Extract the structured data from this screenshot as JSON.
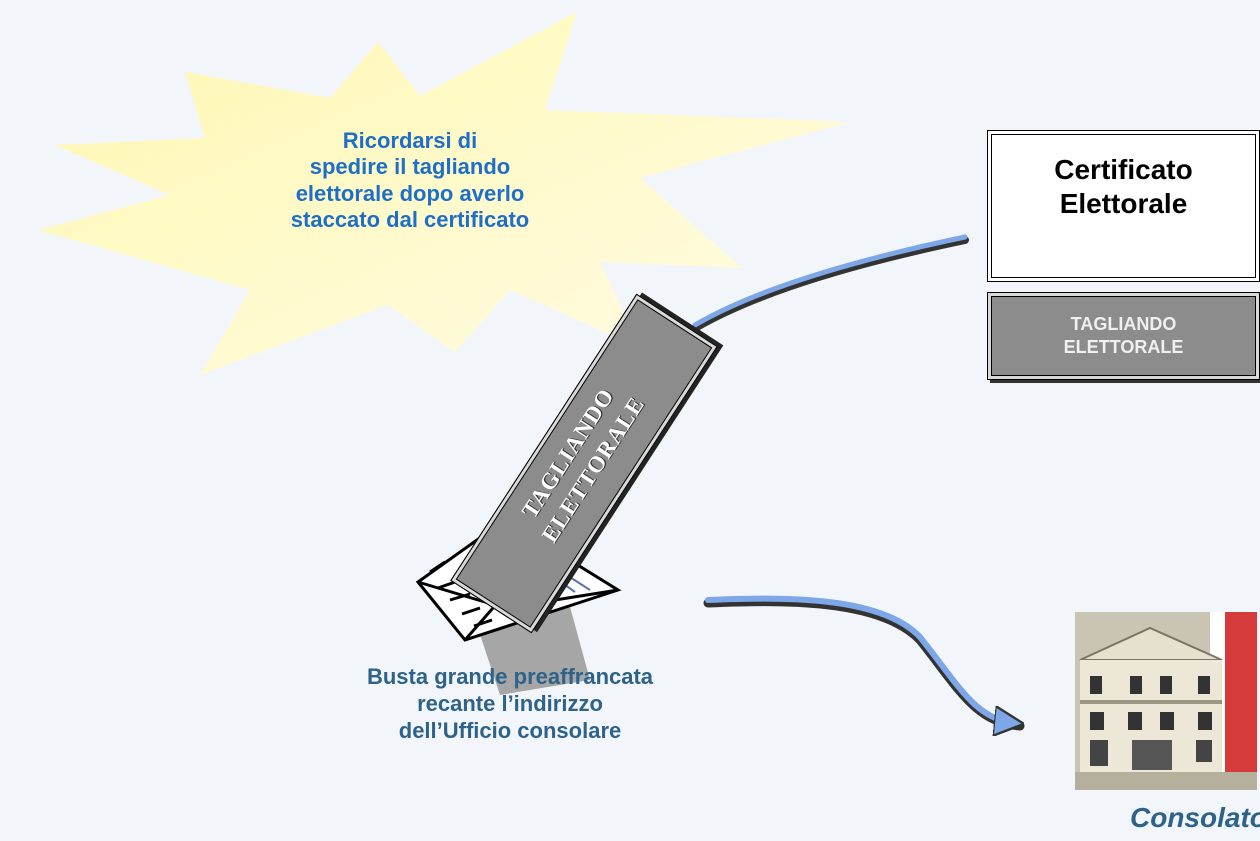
{
  "callout": {
    "lines": [
      "Ricordarsi di",
      "spedire il tagliando",
      "elettorale dopo averlo",
      "staccato dal certificato"
    ]
  },
  "certificate": {
    "title_lines": [
      "Certificato",
      "Elettorale"
    ],
    "stub_lines": [
      "TAGLIANDO",
      "ELETTORALE"
    ]
  },
  "ticket": {
    "lines": [
      "TAGLIANDO",
      "ELETTORALE"
    ]
  },
  "envelope": {
    "caption_lines": [
      "Busta grande preaffrancata",
      "recante l’indirizzo",
      "dell’Ufficio consolare"
    ]
  },
  "consulate": {
    "label": "Consolato"
  },
  "colors": {
    "background": "#f2f6fb",
    "burst": "#fffbc6",
    "callout_text": "#1e6fc7",
    "caption_text": "#2e6288",
    "connector": "#7ea7e8",
    "stub_gray": "#8c8c8c"
  },
  "icons": [
    "starburst-shape",
    "envelope-icon",
    "consulate-building-icon",
    "italian-flag-icon"
  ]
}
